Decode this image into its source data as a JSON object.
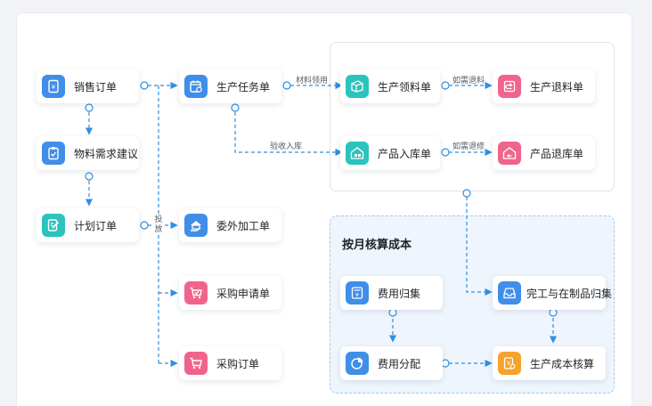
{
  "nodes": {
    "sales_order": "销售订单",
    "material_requirement": "物料需求建议",
    "planned_order": "计划订单",
    "production_task": "生产任务单",
    "outsource": "委外加工单",
    "purchase_request": "采购申请单",
    "purchase_order": "采购订单",
    "material_requisition": "生产领料单",
    "material_return": "生产退料单",
    "product_storage": "产品入库单",
    "product_return": "产品退库单",
    "expense_collection": "费用归集",
    "expense_allocation": "费用分配",
    "wip_collection": "完工与在制品归集",
    "cost_accounting": "生产成本核算"
  },
  "edges": {
    "material_pick": "材料领用",
    "return_as_needed_1": "如需退料",
    "acceptance_storage": "验收入库",
    "return_as_needed_2": "如需退修",
    "release": "投放"
  },
  "groups": {
    "cost_title": "按月核算成本"
  },
  "icons": {
    "sales_order": "yen-document-icon",
    "material_requirement": "clipboard-check-icon",
    "planned_order": "pencil-document-icon",
    "production_task": "calendar-gear-icon",
    "outsource": "factory-hand-icon",
    "purchase_request": "shopping-cart-check-icon",
    "purchase_order": "shopping-cart-icon",
    "material_requisition": "material-box-icon",
    "material_return": "return-arrow-icon",
    "product_storage": "warehouse-icon",
    "product_return": "warehouse-return-icon",
    "expense_collection": "yen-sheet-icon",
    "expense_allocation": "pie-chart-icon",
    "wip_collection": "inbox-tray-icon",
    "cost_accounting": "yen-search-icon"
  },
  "colors": {
    "blue": "#3f8ee8",
    "teal": "#2bc3bd",
    "pink": "#f0648c",
    "orange": "#f6a22b",
    "wire": "#2f8fe0"
  }
}
